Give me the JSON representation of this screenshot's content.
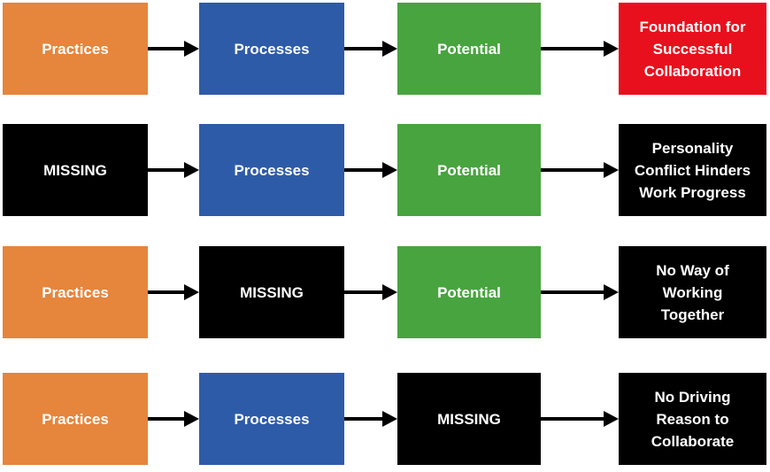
{
  "colors": {
    "orange": "#E6853C",
    "blue": "#2E5BA8",
    "green": "#48A43F",
    "red": "#E9101D",
    "black": "#000000",
    "text": "#FFFFFF",
    "arrow": "#000000"
  },
  "rows": [
    {
      "boxes": [
        {
          "label": "Practices",
          "color": "orange"
        },
        {
          "label": "Processes",
          "color": "blue"
        },
        {
          "label": "Potential",
          "color": "green"
        },
        {
          "label": "Foundation for\nSuccessful\nCollaboration",
          "color": "red"
        }
      ]
    },
    {
      "boxes": [
        {
          "label": "MISSING",
          "color": "black"
        },
        {
          "label": "Processes",
          "color": "blue"
        },
        {
          "label": "Potential",
          "color": "green"
        },
        {
          "label": "Personality\nConflict Hinders\nWork Progress",
          "color": "black"
        }
      ]
    },
    {
      "boxes": [
        {
          "label": "Practices",
          "color": "orange"
        },
        {
          "label": "MISSING",
          "color": "black"
        },
        {
          "label": "Potential",
          "color": "green"
        },
        {
          "label": "No Way of\nWorking\nTogether",
          "color": "black"
        }
      ]
    },
    {
      "boxes": [
        {
          "label": "Practices",
          "color": "orange"
        },
        {
          "label": "Processes",
          "color": "blue"
        },
        {
          "label": "MISSING",
          "color": "black"
        },
        {
          "label": "No Driving\nReason to\nCollaborate",
          "color": "black"
        }
      ]
    }
  ]
}
